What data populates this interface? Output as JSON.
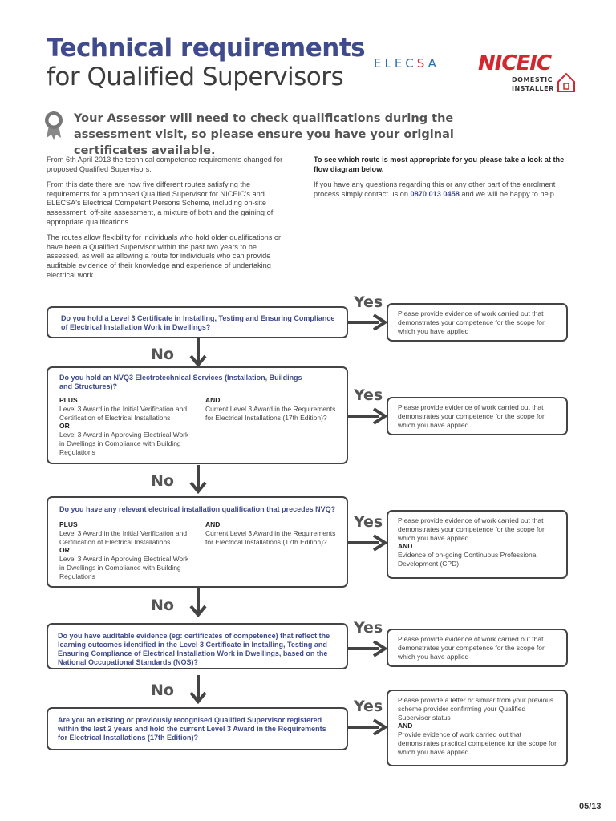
{
  "title": {
    "line1": "Technical requirements",
    "line2": "for Qualified Supervisors"
  },
  "logos": {
    "elecsa_pre": "ELEC",
    "elecsa_s": "S",
    "elecsa_post": "A",
    "niceic": "NICEIC",
    "domestic_line1": "DOMESTIC",
    "domestic_line2": "INSTALLER"
  },
  "notice": "Your Assessor will need to check qualifications during the assessment visit, so please ensure you have your original certificates available.",
  "intro": {
    "p1": "From 6th April 2013 the technical competence requirements changed for proposed Qualified Supervisors.",
    "p2": "From this date there are now five different routes satisfying the requirements for a proposed Qualified Supervisor for NICEIC's and ELECSA's Electrical Competent Persons Scheme, including on-site assessment, off-site assessment, a mixture of both and the gaining of appropriate qualifications.",
    "p3": "The routes allow flexibility for individuals who hold older qualifications or have been a Qualified Supervisor within the past two years to be assessed, as well as allowing a route for individuals who can provide auditable evidence of their knowledge and experience of undertaking electrical work.",
    "p4": "To see which route is most appropriate for you please take a look at the flow diagram below.",
    "p5_before": "If you have any questions regarding this or any other part of the enrolment process simply contact us on",
    "phone": "0870 013 0458",
    "p5_after": "and we will be happy to help."
  },
  "labels": {
    "yes": "Yes",
    "no": "No",
    "plus": "PLUS",
    "and": "AND",
    "or": "OR"
  },
  "awards": {
    "initial": "Level 3 Award in the Initial Verification and Certification of Electrical Installations",
    "approving": "Level 3 Award in Approving Electrical Work in Dwellings in Compliance with Building Regulations",
    "current": "Current Level 3 Award in the Requirements for Electrical Installations (17th Edition)?"
  },
  "flow": {
    "q1": "Do you hold a Level 3 Certificate in Installing, Testing and Ensuring Compliance of Electrical Installation Work in Dwellings?",
    "q2": "Do you hold an NVQ3 Electrotechnical Services (Installation, Buildings and Structures)?",
    "q3": "Do you have any relevant electrical installation qualification that precedes NVQ?",
    "q4": "Do you have auditable evidence (eg: certificates of competence) that reflect the learning outcomes identified in the Level 3 Certificate in Installing, Testing and Ensuring Compliance of Electrical Installation Work in Dwellings, based on the National Occupational Standards (NOS)?",
    "q5": "Are you an existing or previously recognised Qualified Supervisor registered within the last 2 years and hold the current Level 3 Award in the Requirements for Electrical Installations (17th Edition)?",
    "evidence": "Please provide evidence of work carried out that demonstrates your competence for the scope for which you have applied",
    "cpd": "Evidence of on-going Continuous Professional Development (CPD)",
    "letter": "Please provide a letter or similar from your previous scheme provider confirming your Qualified Supervisor status",
    "practical": "Provide evidence of work carried out that demonstrates practical competence for the scope for which you have applied"
  },
  "footer": "05/13",
  "colors": {
    "accent": "#3f4b8c",
    "red": "#d4262e",
    "elecsa_blue": "#2f6cb3",
    "border": "#444444"
  }
}
